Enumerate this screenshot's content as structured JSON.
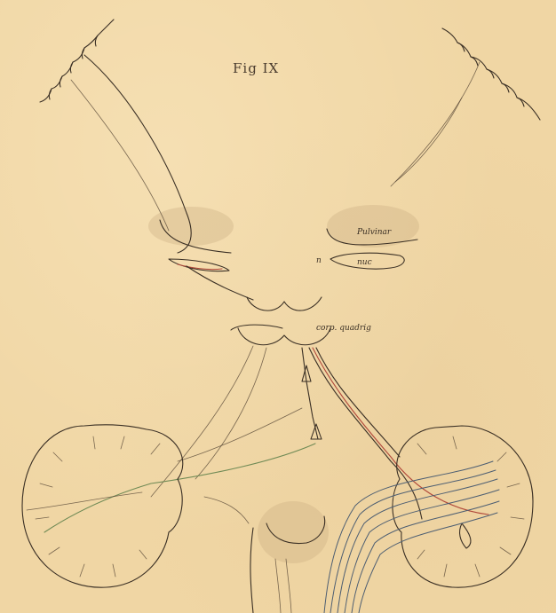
{
  "figure": {
    "title": "Fig IX",
    "labels": {
      "pulvinar": "Pulvinar",
      "nucleus": "nuc",
      "quadrig": "corp. quadrig",
      "n_mark": "n"
    }
  },
  "colors": {
    "paper": "#f0d6a4",
    "ink": "#3a2f24",
    "red_tract": "#b0483a",
    "green_tract": "#6f8a55",
    "blue_tract": "#4d5e72"
  }
}
